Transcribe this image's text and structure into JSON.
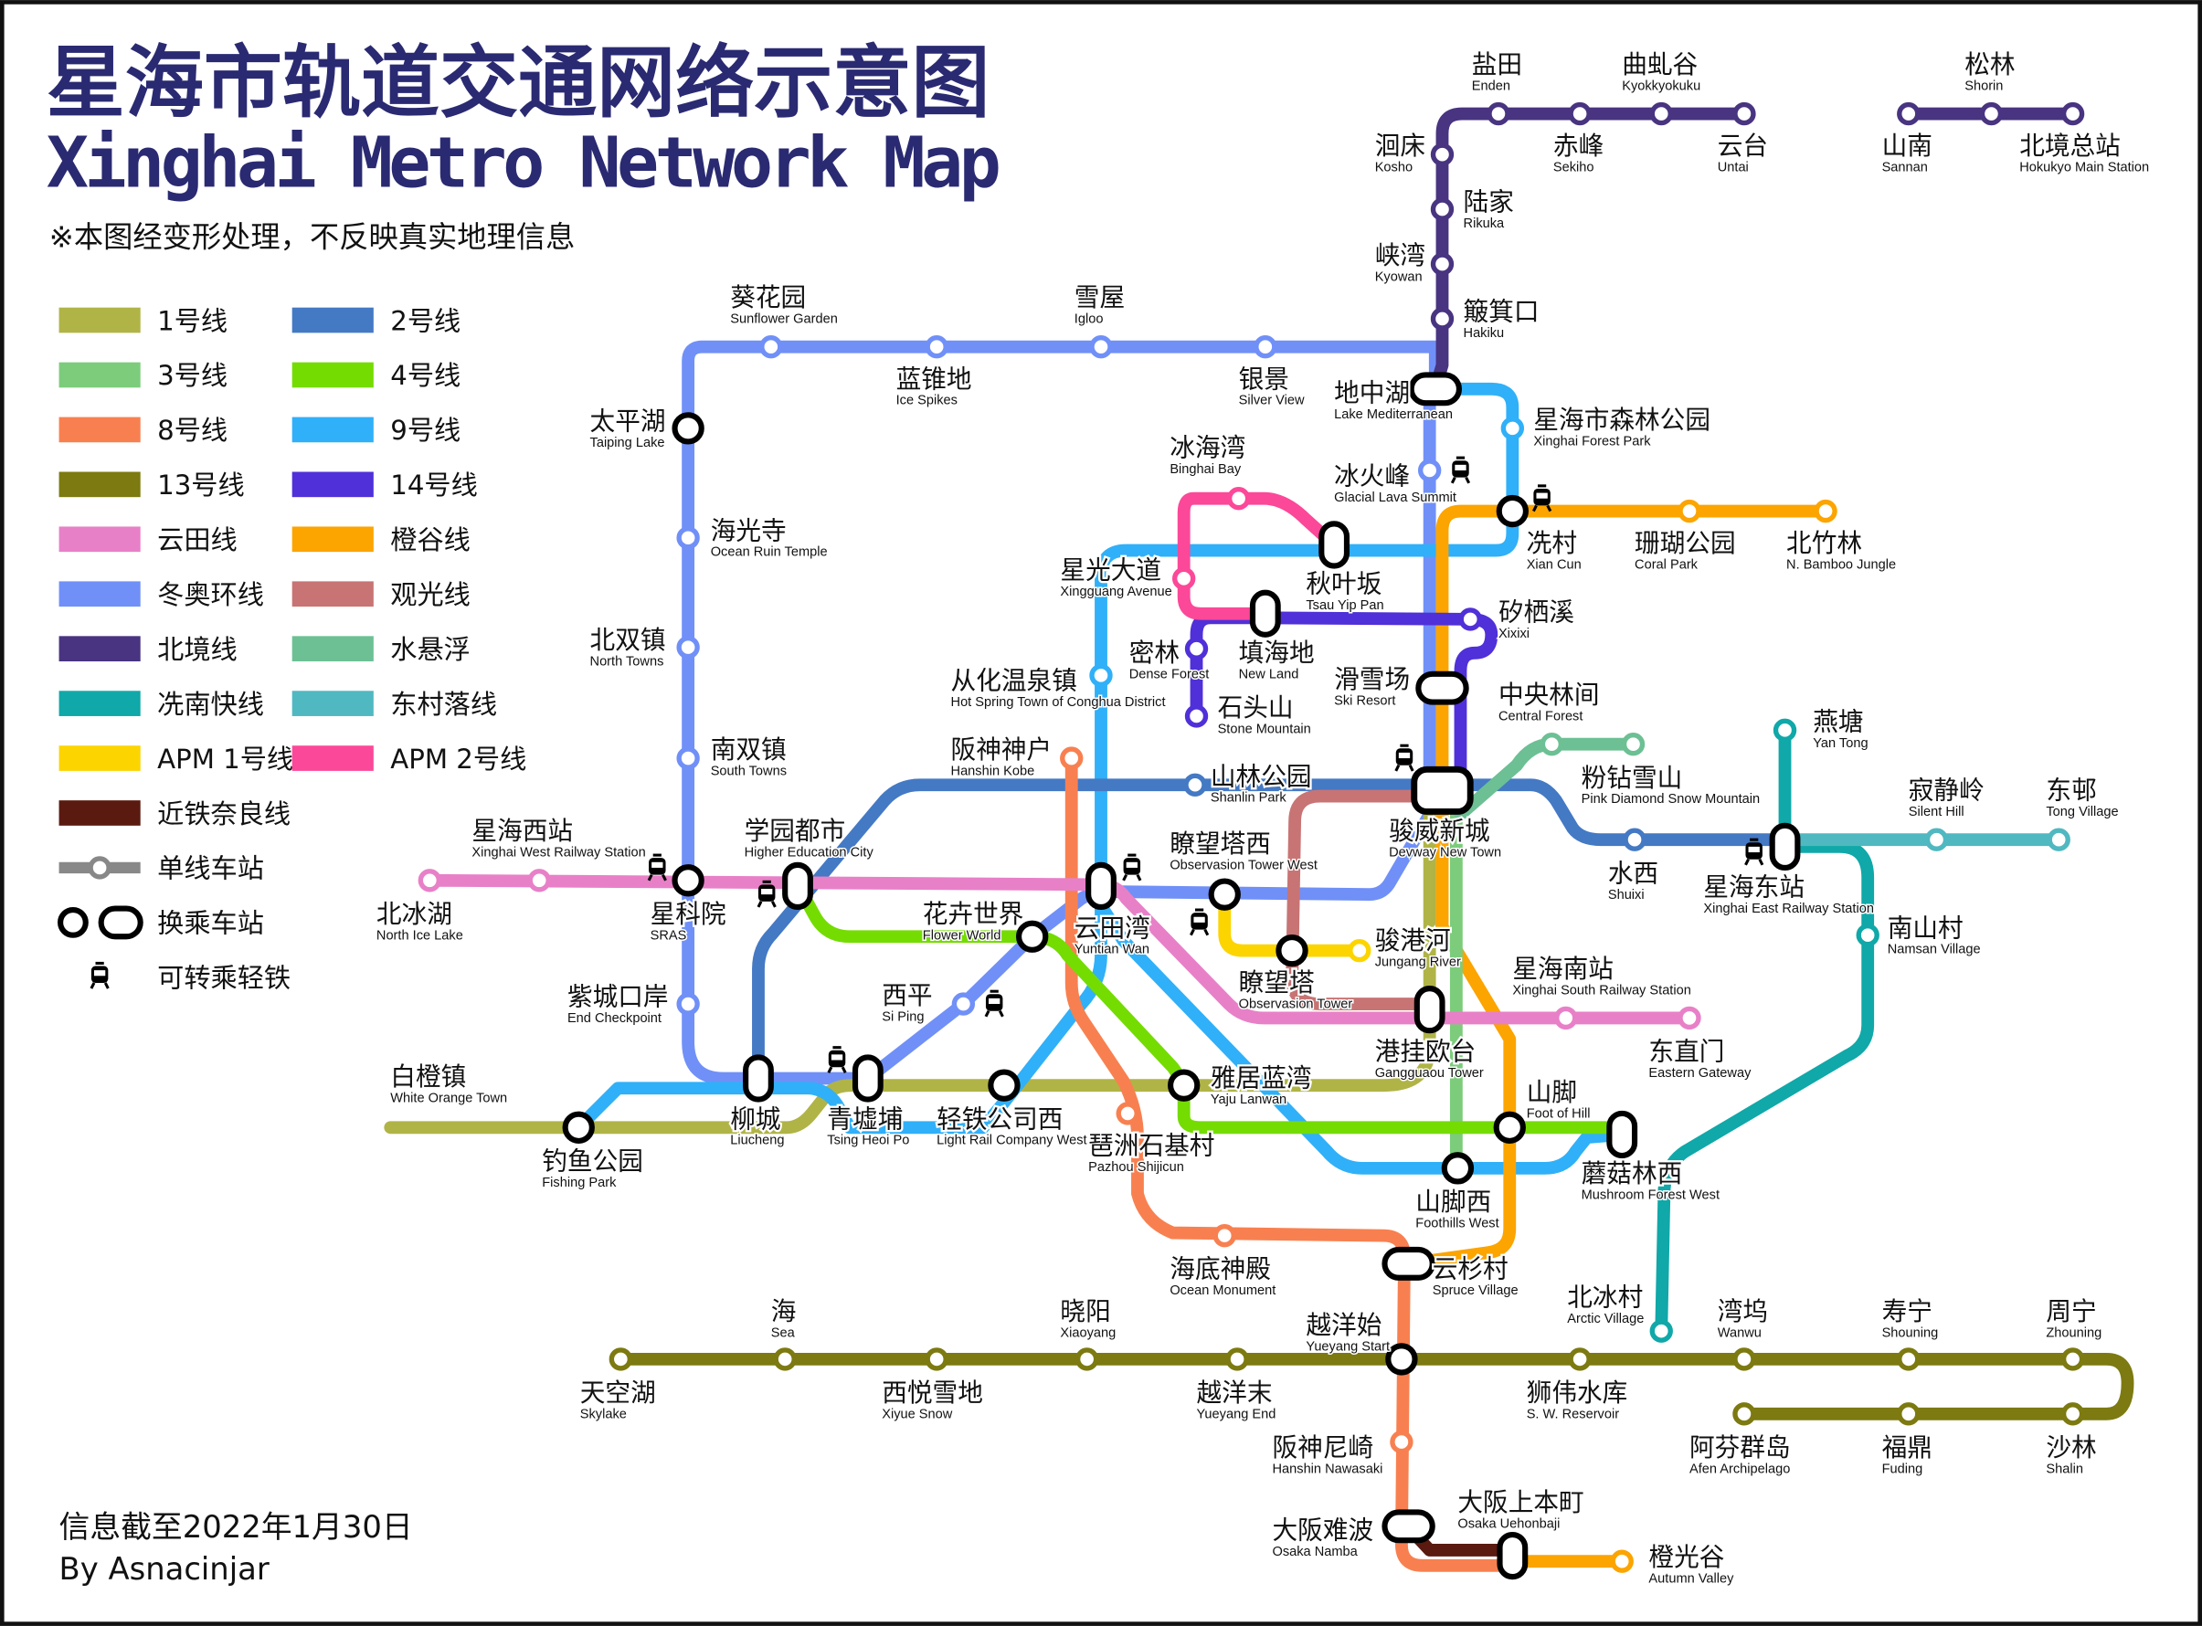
{
  "header": {
    "title": "星海市轨道交通网络示意图",
    "title_en": "Xinghai Metro Network Map",
    "note": "※本图经变形处理，不反映真实地理信息"
  },
  "footer": {
    "date": "信息截至2022年1月30日",
    "author": "By Asnacinjar"
  },
  "legend": {
    "lines": [
      {
        "id": "l1",
        "label": "1号线",
        "color": "#b0b446"
      },
      {
        "id": "l2",
        "label": "2号线",
        "color": "#4479c4"
      },
      {
        "id": "l3",
        "label": "3号线",
        "color": "#7ccc7c"
      },
      {
        "id": "l4",
        "label": "4号线",
        "color": "#74dc00"
      },
      {
        "id": "l8",
        "label": "8号线",
        "color": "#f88050"
      },
      {
        "id": "l9",
        "label": "9号线",
        "color": "#30b0f8"
      },
      {
        "id": "l13",
        "label": "13号线",
        "color": "#7c7a10"
      },
      {
        "id": "l14",
        "label": "14号线",
        "color": "#5030d8"
      },
      {
        "id": "yuntian",
        "label": "云田线",
        "color": "#e880c8"
      },
      {
        "id": "chenggu",
        "label": "橙谷线",
        "color": "#fca400"
      },
      {
        "id": "loop",
        "label": "冬奥环线",
        "color": "#7090f8"
      },
      {
        "id": "guanguang",
        "label": "观光线",
        "color": "#c87474"
      },
      {
        "id": "beijing",
        "label": "北境线",
        "color": "#483480"
      },
      {
        "id": "maglev",
        "label": "水悬浮",
        "color": "#6cc094"
      },
      {
        "id": "xiannan",
        "label": "冼南快线",
        "color": "#10a8a8"
      },
      {
        "id": "dongcun",
        "label": "东村落线",
        "color": "#50b8c0"
      },
      {
        "id": "apm1",
        "label": "APM 1号线",
        "color": "#fcd400"
      },
      {
        "id": "apm2",
        "label": "APM 2号线",
        "color": "#fc4898"
      },
      {
        "id": "kintetsu",
        "label": "近铁奈良线",
        "color": "#5a1a10"
      }
    ],
    "single_station": "单线车站",
    "interchange_station": "换乘车站",
    "light_rail_transfer": "可转乘轻铁"
  },
  "stations": [
    {
      "id": "kuihuayuan",
      "zh": "葵花园",
      "en": "Sunflower Garden"
    },
    {
      "id": "xuewu",
      "zh": "雪屋",
      "en": "Igloo"
    },
    {
      "id": "lanzhuidi",
      "zh": "蓝锥地",
      "en": "Ice Spikes"
    },
    {
      "id": "yinjing",
      "zh": "银景",
      "en": "Silver View"
    },
    {
      "id": "taipinghu",
      "zh": "太平湖",
      "en": "Taiping Lake"
    },
    {
      "id": "haiguangsi",
      "zh": "海光寺",
      "en": "Ocean Ruin Temple"
    },
    {
      "id": "beishuang",
      "zh": "北双镇",
      "en": "North Towns"
    },
    {
      "id": "nanshuang",
      "zh": "南双镇",
      "en": "South Towns"
    },
    {
      "id": "xingkeyuan",
      "zh": "星科院",
      "en": "SRAS"
    },
    {
      "id": "beibinghu",
      "zh": "北冰湖",
      "en": "North Ice Lake"
    },
    {
      "id": "xinghaixi",
      "zh": "星海西站",
      "en": "Xinghai West Railway Station"
    },
    {
      "id": "zicheng",
      "zh": "紫城口岸",
      "en": "End Checkpoint"
    },
    {
      "id": "baicheng",
      "zh": "白橙镇",
      "en": "White Orange Town"
    },
    {
      "id": "diaoyu",
      "zh": "钓鱼公园",
      "en": "Fishing Park"
    },
    {
      "id": "liucheng",
      "zh": "柳城",
      "en": "Liucheng"
    },
    {
      "id": "qingxu",
      "zh": "青墟埔",
      "en": "Tsing Heoi Po"
    },
    {
      "id": "qingtie",
      "zh": "轻铁公司西",
      "en": "Light Rail Company West"
    },
    {
      "id": "yaju",
      "zh": "雅居蓝湾",
      "en": "Yaju Lanwan"
    },
    {
      "id": "pazhou",
      "zh": "琶洲石基村",
      "en": "Pazhou Shijicun"
    },
    {
      "id": "xiping",
      "zh": "西平",
      "en": "Si Ping"
    },
    {
      "id": "huahui",
      "zh": "花卉世界",
      "en": "Flower World"
    },
    {
      "id": "xueyuan",
      "zh": "学园都市",
      "en": "Higher Education City"
    },
    {
      "id": "yuntianwan",
      "zh": "云田湾",
      "en": "Yuntian Wan"
    },
    {
      "id": "hanshinkobe",
      "zh": "阪神神户",
      "en": "Hanshin Kobe"
    },
    {
      "id": "conghua",
      "zh": "从化温泉镇",
      "en": "Hot Spring Town of Conghua District"
    },
    {
      "id": "shanlin",
      "zh": "山林公园",
      "en": "Shanlin Park"
    },
    {
      "id": "liaowangxi",
      "zh": "瞭望塔西",
      "en": "Observasion Tower West"
    },
    {
      "id": "liaowang",
      "zh": "瞭望塔",
      "en": "Observasion Tower"
    },
    {
      "id": "jungang",
      "zh": "骏港河",
      "en": "Jungang River"
    },
    {
      "id": "ganggua",
      "zh": "港挂欧台",
      "en": "Gangguaou Tower"
    },
    {
      "id": "xinghainan",
      "zh": "星海南站",
      "en": "Xinghai South Railway Station"
    },
    {
      "id": "dongzhimen",
      "zh": "东直门",
      "en": "Eastern Gateway"
    },
    {
      "id": "shanjiao",
      "zh": "山脚",
      "en": "Foot of Hill"
    },
    {
      "id": "mogu",
      "zh": "蘑菇林西",
      "en": "Mushroom Forest West"
    },
    {
      "id": "shanjiaoxi",
      "zh": "山脚西",
      "en": "Foothills West"
    },
    {
      "id": "haidi",
      "zh": "海底神殿",
      "en": "Ocean Monument"
    },
    {
      "id": "yunshan",
      "zh": "云杉村",
      "en": "Spruce Village"
    },
    {
      "id": "yueyangshi",
      "zh": "越洋始",
      "en": "Yueyang Start"
    },
    {
      "id": "yueyangmo",
      "zh": "越洋末",
      "en": "Yueyang End"
    },
    {
      "id": "xiaoyang",
      "zh": "晓阳",
      "en": "Xiaoyang"
    },
    {
      "id": "xiyue",
      "zh": "西悦雪地",
      "en": "Xiyue Snow"
    },
    {
      "id": "hai",
      "zh": "海",
      "en": "Sea"
    },
    {
      "id": "tiankonghu",
      "zh": "天空湖",
      "en": "Skylake"
    },
    {
      "id": "shiwei",
      "zh": "狮伟水库",
      "en": "S. W. Reservoir"
    },
    {
      "id": "beibingcun",
      "zh": "北冰村",
      "en": "Arctic Village"
    },
    {
      "id": "wanwu",
      "zh": "湾坞",
      "en": "Wanwu"
    },
    {
      "id": "shouning",
      "zh": "寿宁",
      "en": "Shouning"
    },
    {
      "id": "zhouning",
      "zh": "周宁",
      "en": "Zhouning"
    },
    {
      "id": "shalin",
      "zh": "沙林",
      "en": "Shalin"
    },
    {
      "id": "fuding",
      "zh": "福鼎",
      "en": "Fuding"
    },
    {
      "id": "afen",
      "zh": "阿芬群岛",
      "en": "Afen Archipelago"
    },
    {
      "id": "amagasaki",
      "zh": "阪神尼崎",
      "en": "Hanshin Nawasaki"
    },
    {
      "id": "namba",
      "zh": "大阪难波",
      "en": "Osaka Namba"
    },
    {
      "id": "uehonmachi",
      "zh": "大阪上本町",
      "en": "Osaka Uehonbaji"
    },
    {
      "id": "chengguang",
      "zh": "橙光谷",
      "en": "Autumn Valley"
    },
    {
      "id": "senlin",
      "zh": "星海市森林公园",
      "en": "Xinghai Forest Park"
    },
    {
      "id": "xiancun",
      "zh": "冼村",
      "en": "Xian Cun"
    },
    {
      "id": "shanhu",
      "zh": "珊瑚公园",
      "en": "Coral Park"
    },
    {
      "id": "beizhulin",
      "zh": "北竹林",
      "en": "N. Bamboo Jungle"
    },
    {
      "id": "dizhonghu",
      "zh": "地中湖",
      "en": "Lake Mediterranean"
    },
    {
      "id": "binghuofeng",
      "zh": "冰火峰",
      "en": "Glacial Lava Summit"
    },
    {
      "id": "binghaiwan",
      "zh": "冰海湾",
      "en": "Binghai Bay"
    },
    {
      "id": "xingguang",
      "zh": "星光大道",
      "en": "Xingguang Avenue"
    },
    {
      "id": "qiuye",
      "zh": "秋叶坂",
      "en": "Tsau Yip Pan"
    },
    {
      "id": "tianhai",
      "zh": "填海地",
      "en": "New Land"
    },
    {
      "id": "milin",
      "zh": "密林",
      "en": "Dense Forest"
    },
    {
      "id": "shitou",
      "zh": "石头山",
      "en": "Stone Mountain"
    },
    {
      "id": "xixixi",
      "zh": "矽栖溪",
      "en": "Xixixi"
    },
    {
      "id": "huaxue",
      "zh": "滑雪场",
      "en": "Ski Resort"
    },
    {
      "id": "zhongyang",
      "zh": "中央林间",
      "en": "Central Forest"
    },
    {
      "id": "fenzuan",
      "zh": "粉钻雪山",
      "en": "Pink Diamond Snow Mountain"
    },
    {
      "id": "junwei",
      "zh": "骏威新城",
      "en": "Devway New Town"
    },
    {
      "id": "shuixi",
      "zh": "水西",
      "en": "Shuixi"
    },
    {
      "id": "xinghaidong",
      "zh": "星海东站",
      "en": "Xinghai East Railway Station"
    },
    {
      "id": "yantang",
      "zh": "燕塘",
      "en": "Yan Tong"
    },
    {
      "id": "jijingling",
      "zh": "寂静岭",
      "en": "Silent Hill"
    },
    {
      "id": "dongcun",
      "zh": "东邨",
      "en": "Tong Village"
    },
    {
      "id": "nanshan",
      "zh": "南山村",
      "en": "Namsan Village"
    },
    {
      "id": "dongchuang",
      "zh": "洄床",
      "en": "Kosho"
    },
    {
      "id": "yantian",
      "zh": "盐田",
      "en": "Enden"
    },
    {
      "id": "chifeng",
      "zh": "赤峰",
      "en": "Sekiho"
    },
    {
      "id": "quqiu",
      "zh": "曲虬谷",
      "en": "Kyokkyokuku"
    },
    {
      "id": "yuntai",
      "zh": "云台",
      "en": "Untai"
    },
    {
      "id": "lujia",
      "zh": "陆家",
      "en": "Rikuka"
    },
    {
      "id": "xiawan",
      "zh": "峡湾",
      "en": "Kyowan"
    },
    {
      "id": "boji",
      "zh": "簸箕口",
      "en": "Hakiku"
    },
    {
      "id": "shannan",
      "zh": "山南",
      "en": "Sannan"
    },
    {
      "id": "songlin",
      "zh": "松林",
      "en": "Shorin"
    },
    {
      "id": "beijingzong",
      "zh": "北境总站",
      "en": "Hokukyo Main Station"
    }
  ]
}
